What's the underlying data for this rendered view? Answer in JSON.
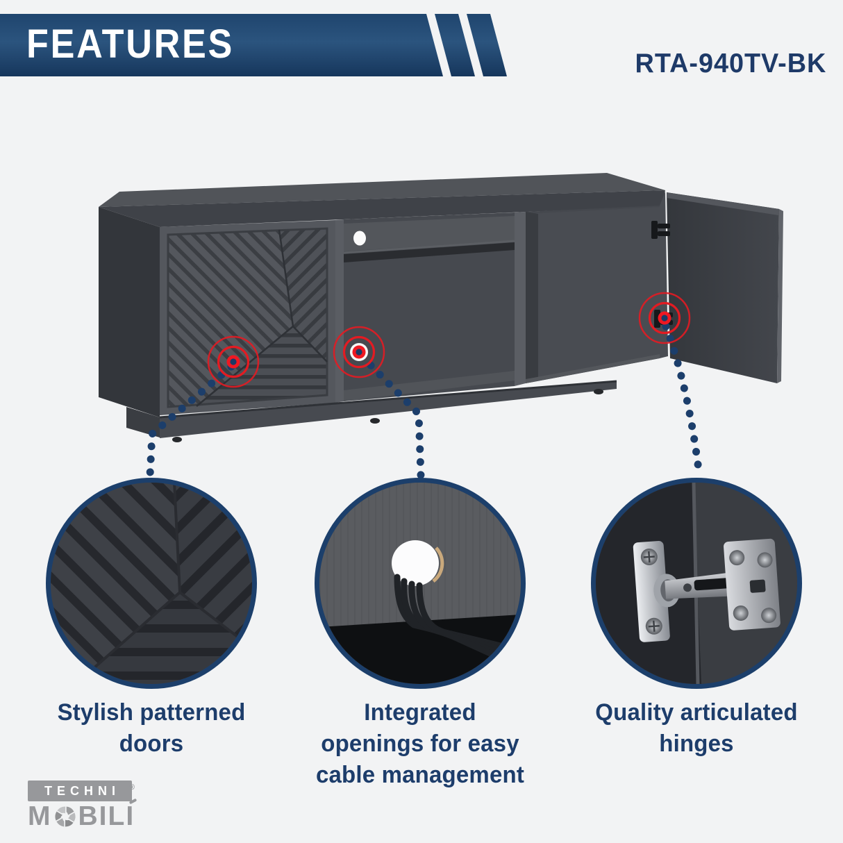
{
  "header": {
    "title": "FEATURES",
    "product_code": "RTA-940TV-BK"
  },
  "callouts": [
    {
      "id": "patterned-doors",
      "lines": [
        "Stylish patterned",
        "doors"
      ]
    },
    {
      "id": "cable-openings",
      "lines": [
        "Integrated",
        "openings for easy",
        "cable management"
      ]
    },
    {
      "id": "articulated-hinges",
      "lines": [
        "Quality articulated",
        "hinges"
      ]
    }
  ],
  "markers": [
    {
      "id": "door-pattern-marker"
    },
    {
      "id": "cable-hole-marker"
    },
    {
      "id": "hinge-marker"
    }
  ],
  "logo": {
    "badge": "TECHNI",
    "registered": "®",
    "word_m": "M",
    "word_bil": "BIL",
    "word_i": "I",
    "shutter_icon": "camera-shutter-icon"
  },
  "colors": {
    "background": "#f2f3f4",
    "banner_top": "#1f456e",
    "banner_mid": "#2b547e",
    "banner_bottom": "#16365c",
    "accent_navy": "#1c3f6b",
    "caption_text": "#1d3d6b",
    "code_text": "#1e3a68",
    "target_red": "#e81c24",
    "cabinet_gray": "#4b4e54",
    "logo_gray": "#97989b"
  }
}
